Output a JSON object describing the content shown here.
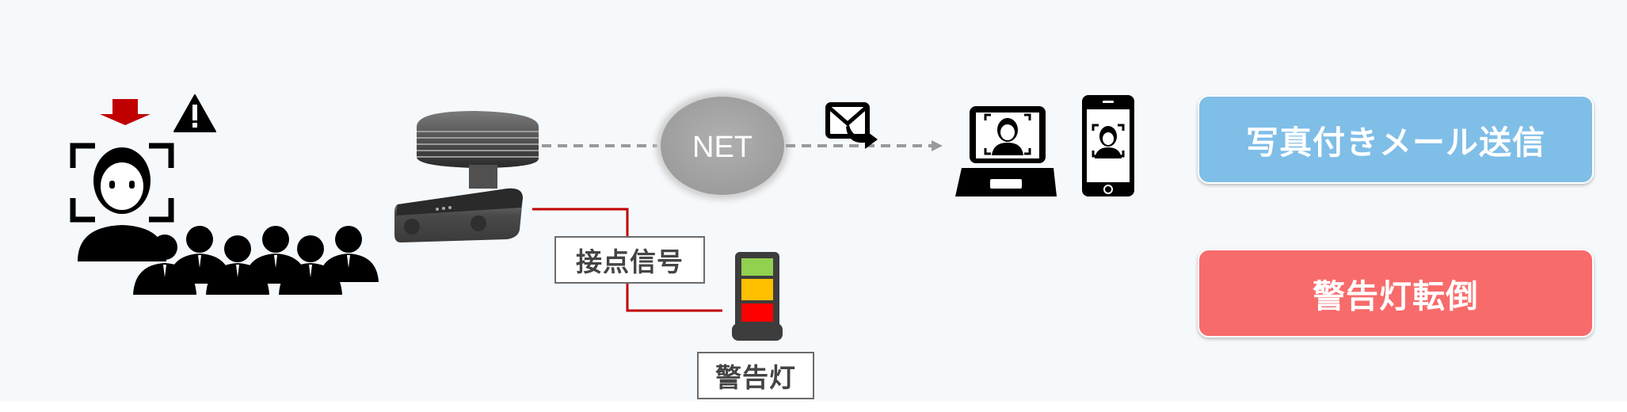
{
  "net_label": "NET",
  "contact_signal_label": "接点信号",
  "warning_light_label": "警告灯",
  "actions": {
    "email_photo": "写真付きメール送信",
    "warning_light_tipover": "警告灯転倒"
  },
  "colors": {
    "email_button": "#7fbee7",
    "tipover_button": "#f86b6b",
    "arrow_red": "#c00000",
    "signal_line": "#c00000",
    "connector_dash": "#9a9a9a",
    "light_green": "#92d050",
    "light_yellow": "#ffc000",
    "light_red": "#ff0000"
  },
  "icons": [
    "down-arrow-icon",
    "warning-icon",
    "face-detection-icon",
    "crowd-icon",
    "camera-icon",
    "mail-send-icon",
    "laptop-icon",
    "smartphone-icon"
  ]
}
